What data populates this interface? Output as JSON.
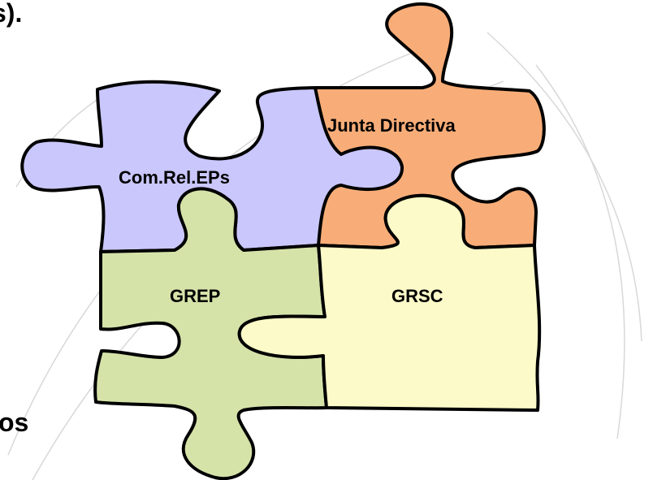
{
  "fragments": {
    "top_left": "s).",
    "bottom_left": "os"
  },
  "pieces": [
    {
      "id": "com-rel-eps",
      "label": "Com.Rel.EPs",
      "color": "#c9c7fb"
    },
    {
      "id": "junta-directiva",
      "label": "Junta Directiva",
      "color": "#f8ad78"
    },
    {
      "id": "grep",
      "label": "GREP",
      "color": "#d5e3a9"
    },
    {
      "id": "grsc",
      "label": "GRSC",
      "color": "#fbfac8"
    }
  ],
  "colors": {
    "outline": "#000000",
    "background_arcs": "#d8d8d8"
  }
}
